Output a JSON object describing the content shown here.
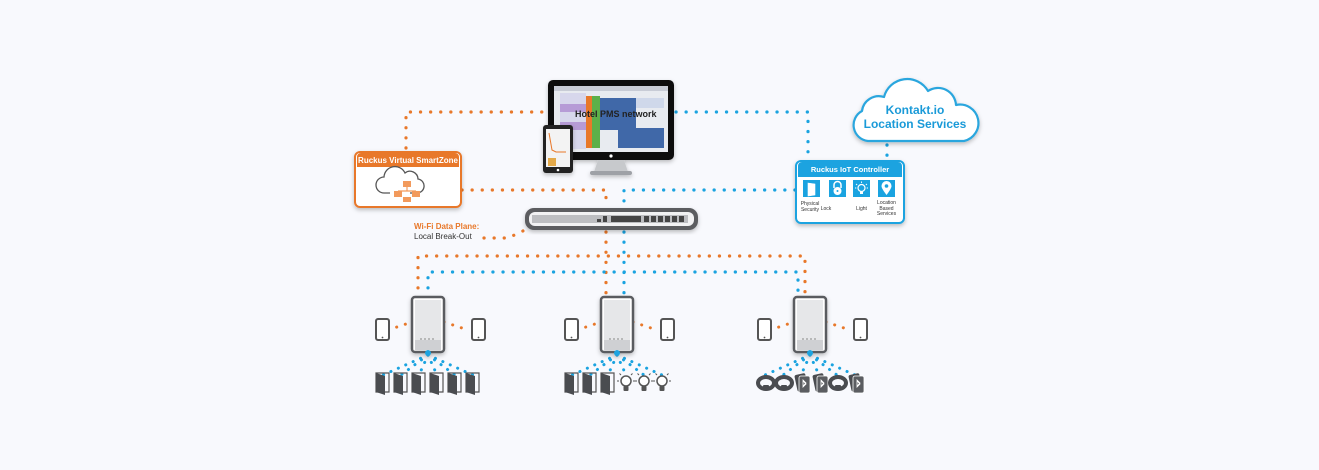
{
  "colors": {
    "background": "#f8f9fd",
    "orange": "#e8782a",
    "blue": "#1aa3e0",
    "dark_gray": "#4a4c50",
    "light_gray": "#d9dadc"
  },
  "nodes": {
    "pms": {
      "label": "Hotel PMS network",
      "icon": "monitor-and-tablet-icon"
    },
    "smartzone": {
      "label": "Ruckus Virtual SmartZone",
      "icon": "cloud-network-icon"
    },
    "iot_controller": {
      "label": "Ruckus IoT Controller",
      "items": [
        {
          "label_lines": [
            "Physical",
            "Security"
          ],
          "icon": "door-icon"
        },
        {
          "label_lines": [
            "Lock"
          ],
          "icon": "lock-icon"
        },
        {
          "label_lines": [
            "Light"
          ],
          "icon": "lightbulb-icon"
        },
        {
          "label_lines": [
            "Location",
            "Based",
            "Services"
          ],
          "icon": "location-pin-icon"
        }
      ]
    },
    "kontakt": {
      "label_line1": "Kontakt.io",
      "label_line2": "Location Services",
      "icon": "cloud-icon"
    },
    "switch": {
      "label": "",
      "icon": "network-switch-icon"
    },
    "wifi_note": {
      "line1": "Wi-Fi Data Plane:",
      "line2": "Local Break-Out"
    }
  },
  "access_points": [
    {
      "name": "ap-left",
      "devices": [
        "door",
        "door",
        "door",
        "door",
        "door",
        "door"
      ]
    },
    {
      "name": "ap-center",
      "devices": [
        "door",
        "door",
        "door",
        "bulb",
        "bulb",
        "bulb"
      ]
    },
    {
      "name": "ap-right",
      "devices": [
        "wristband",
        "wristband",
        "beacon",
        "beacon",
        "wristband",
        "beacon"
      ]
    }
  ]
}
